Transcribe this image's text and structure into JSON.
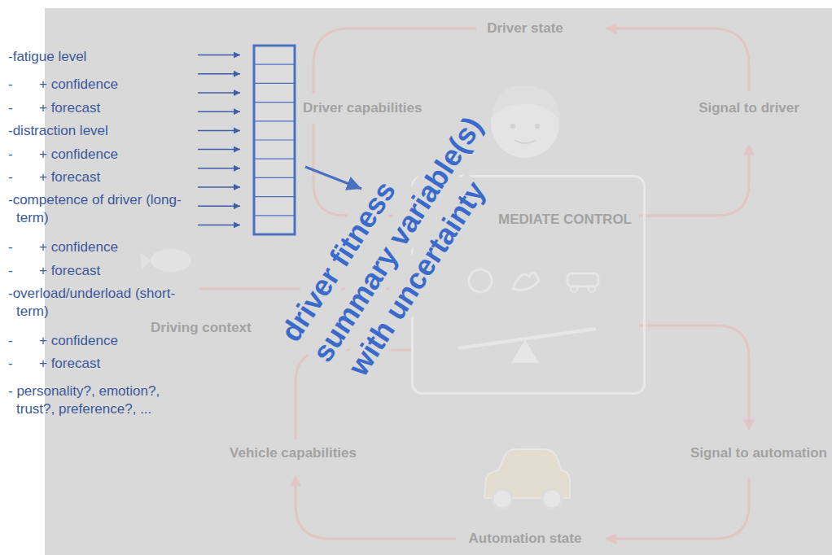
{
  "diagram": {
    "nodes": [
      {
        "text": [
          "MEDIATE CONTROL"
        ]
      }
    ],
    "labels": [
      "-fatigue level",
      "-",
      "+ confidence",
      "-",
      "+ forecast",
      "-distraction level",
      "-",
      "+ confidence",
      "-",
      "+ forecast",
      "-competence of driver (long-term)",
      "-",
      "+ confidence",
      "-",
      "+ forecast",
      "-overload/underload (short-term)",
      "-",
      "+ confidence",
      "-",
      "+ forecast",
      "- personality?, emotion?, trust?, preference?, ...",
      "driver fitness",
      "summary variable(s)",
      "with uncertainty",
      "Driver state",
      "Driver capabilities",
      "Signal to driver",
      "Driving context",
      "Vehicle capabilities",
      "Signal to automation",
      "Automation state"
    ]
  }
}
